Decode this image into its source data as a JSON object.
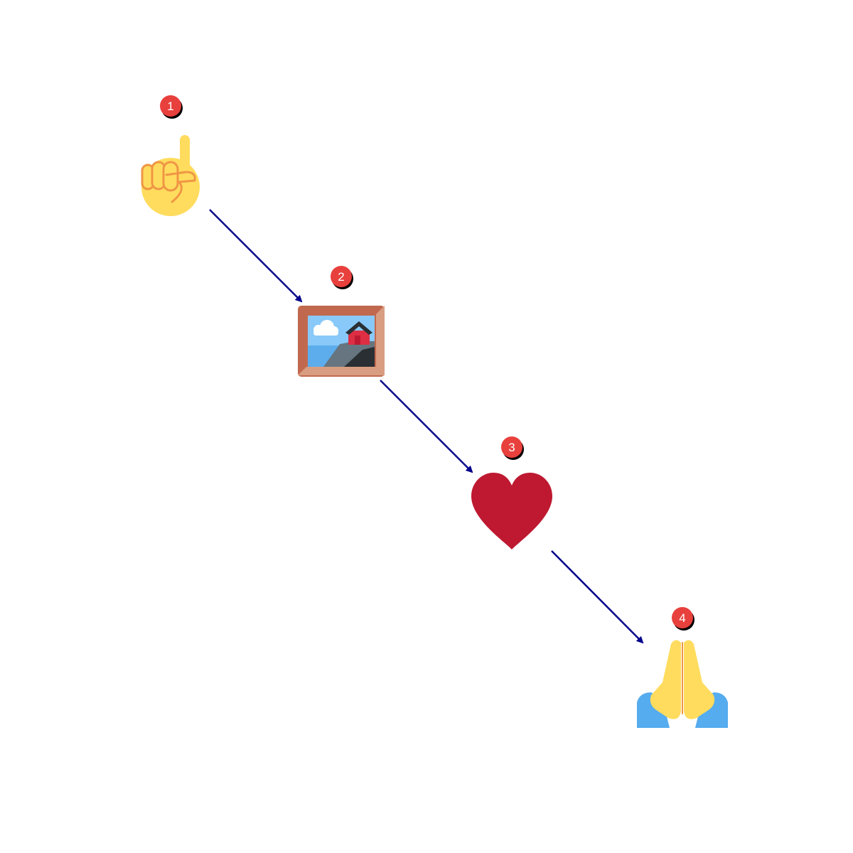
{
  "steps": [
    {
      "number": "1",
      "icon": "index-pointing-up-icon"
    },
    {
      "number": "2",
      "icon": "framed-picture-icon"
    },
    {
      "number": "3",
      "icon": "red-heart-icon"
    },
    {
      "number": "4",
      "icon": "folded-hands-icon"
    }
  ],
  "colors": {
    "arrow": "#00008b",
    "badge_fill": "#e8403c",
    "badge_shadow": "#000000",
    "skin": "#ffdc5d",
    "skin_line": "#ef9645",
    "frame_dark": "#c1694f",
    "frame_light": "#d99e82",
    "sky": "#88c9f9",
    "sea": "#5dadec",
    "cliff": "#66757f",
    "rock": "#292f33",
    "house": "#dd2e44",
    "heart": "#be1931",
    "sleeve": "#55acee"
  }
}
